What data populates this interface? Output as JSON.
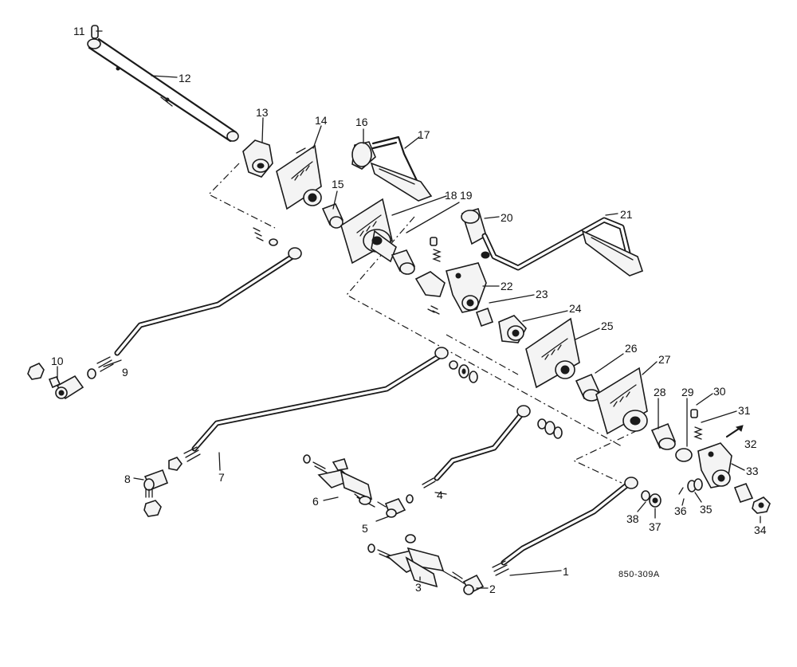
{
  "diagram": {
    "reference": "850-309A",
    "part_labels": [
      "1",
      "2",
      "3",
      "4",
      "5",
      "6",
      "7",
      "8",
      "9",
      "10",
      "11",
      "12",
      "13",
      "14",
      "15",
      "16",
      "17",
      "18",
      "19",
      "20",
      "21",
      "22",
      "23",
      "24",
      "25",
      "26",
      "27",
      "28",
      "29",
      "30",
      "31",
      "32",
      "33",
      "34",
      "35",
      "36",
      "37",
      "38"
    ]
  }
}
